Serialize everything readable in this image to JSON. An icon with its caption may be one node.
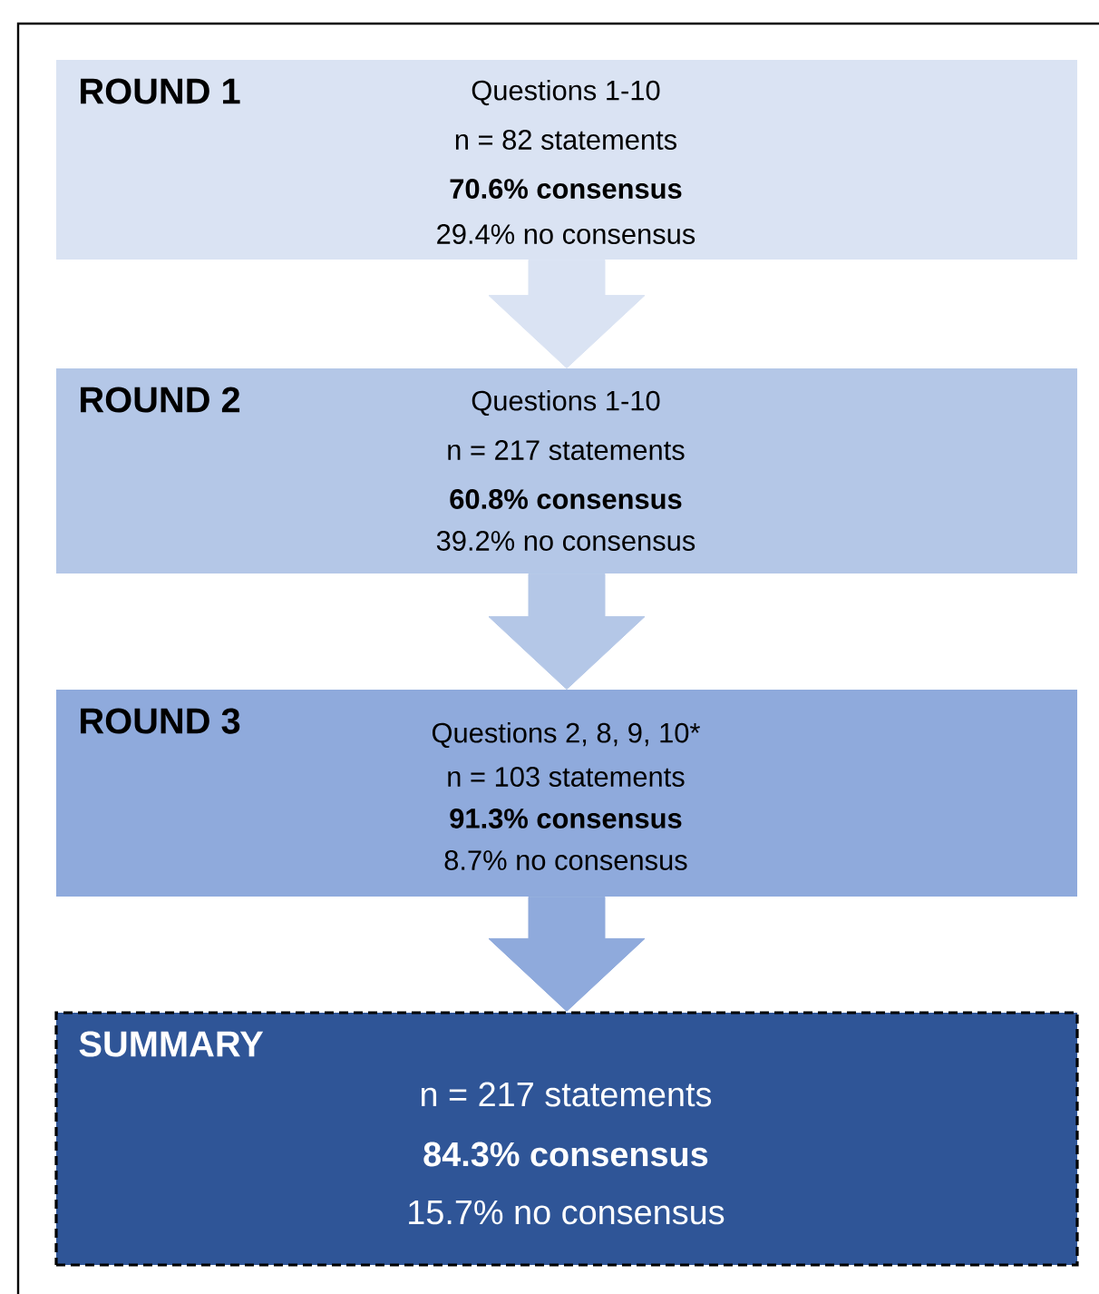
{
  "diagram": {
    "nodes": [
      {
        "text": [
          "ROUND 1",
          "Questions 1-10",
          "n = 82 statements",
          "70.6% consensus",
          "29.4% no consensus"
        ]
      },
      {
        "text": [
          "ROUND 2",
          "Questions 1-10",
          "n = 217 statements",
          "60.8% consensus",
          "39.2% no consensus"
        ]
      },
      {
        "text": [
          "ROUND 3",
          "Questions 2, 8, 9, 10*",
          "n = 103 statements",
          "91.3% consensus",
          "8.7% no consensus"
        ]
      },
      {
        "text": [
          "SUMMARY",
          "n = 217 statements",
          "84.3% consensus",
          "15.7% no consensus"
        ]
      }
    ],
    "edges": [
      {
        "from": 0,
        "to": 1,
        "arrow": "to",
        "style": "thick",
        "color": "#dae3f3"
      },
      {
        "from": 1,
        "to": 2,
        "arrow": "to",
        "style": "thick",
        "color": "#b4c7e7"
      },
      {
        "from": 2,
        "to": 3,
        "arrow": "to",
        "style": "thick",
        "color": "#8faadc"
      }
    ]
  }
}
